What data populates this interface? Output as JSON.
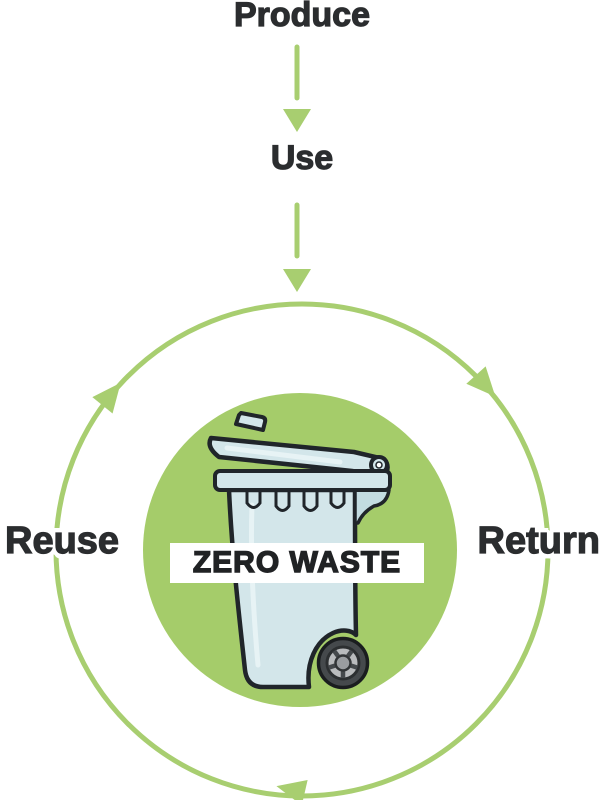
{
  "colors": {
    "green": "#a8ce70",
    "green-disc": "#a5cc6a",
    "ink": "#20252a",
    "text": "#2b2d2f",
    "bin": "#d3e6ea",
    "bin-shade": "#c3dce1",
    "bin-light": "#e9f4f6",
    "tire": "#45494c",
    "tire-dark": "#1a1d1f",
    "hub": "#b9bbbd",
    "hub-core": "#9a9da0",
    "banner-bg": "#ffffff"
  },
  "flow": {
    "steps": [
      {
        "label": "Produce"
      },
      {
        "label": "Use"
      }
    ],
    "arrow_icon": "down-arrow-icon"
  },
  "cycle": {
    "left_label": "Reuse",
    "right_label": "Return",
    "direction": "clockwise",
    "ring_icon": "cycle-ring-icon"
  },
  "center": {
    "badge_label": "ZERO WASTE",
    "illustration": "wheelie-bin-icon"
  }
}
